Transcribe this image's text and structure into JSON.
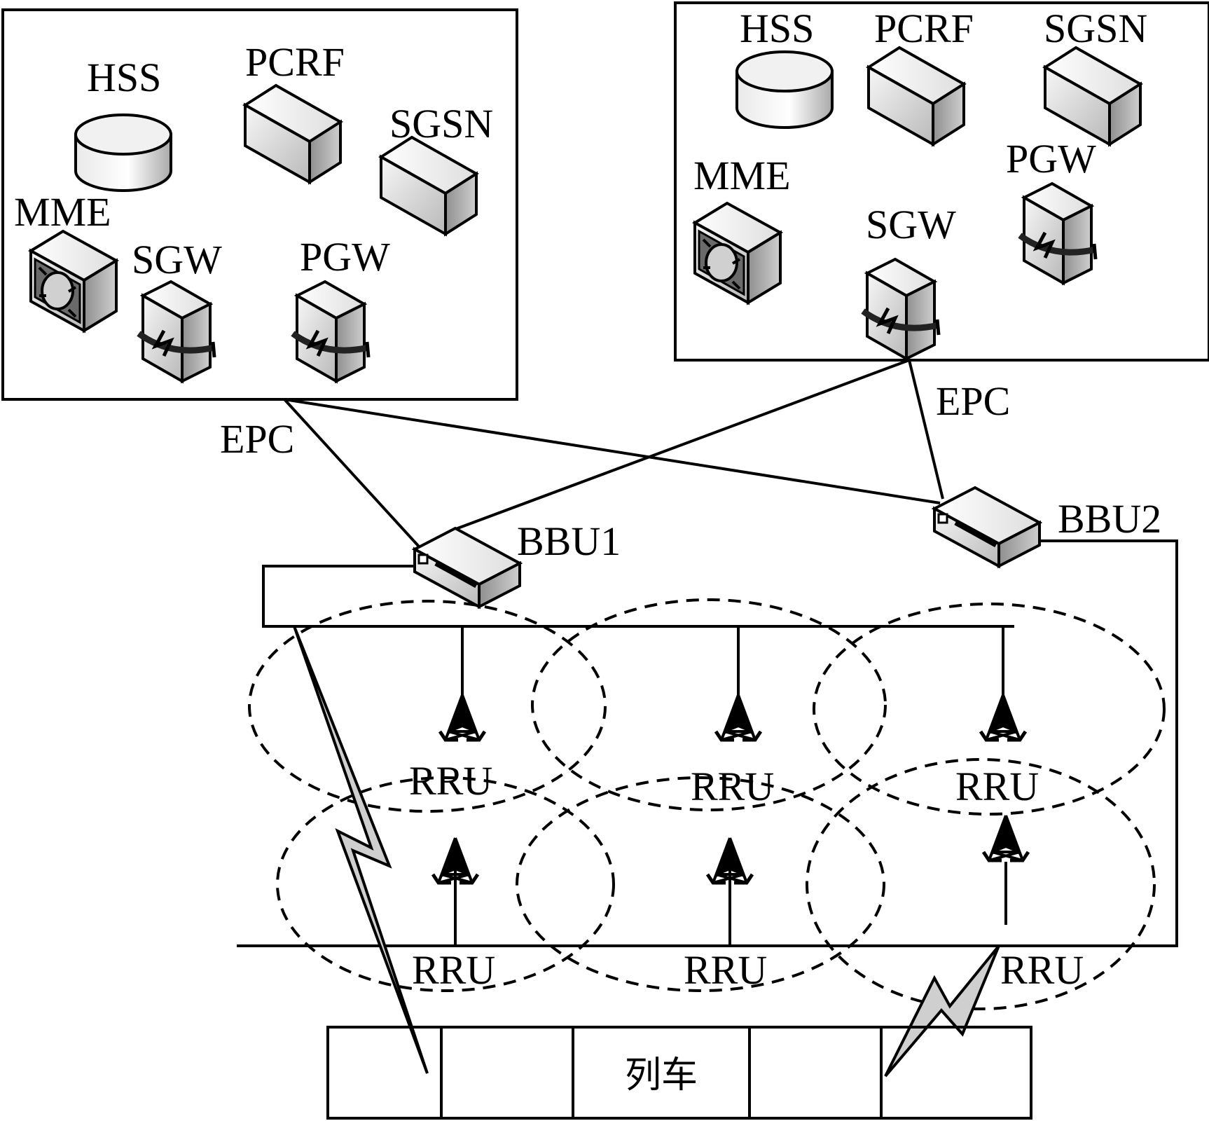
{
  "core_networks": [
    {
      "id": "epc-left",
      "link_label": "EPC",
      "nodes": {
        "hss": "HSS",
        "pcrf": "PCRF",
        "sgsn": "SGSN",
        "mme": "MME",
        "sgw": "SGW",
        "pgw": "PGW"
      }
    },
    {
      "id": "epc-right",
      "link_label": "EPC",
      "nodes": {
        "hss": "HSS",
        "pcrf": "PCRF",
        "sgsn": "SGSN",
        "mme": "MME",
        "sgw": "SGW",
        "pgw": "PGW"
      }
    }
  ],
  "bbus": [
    {
      "label": "BBU1"
    },
    {
      "label": "BBU2"
    }
  ],
  "rrus": {
    "upper": [
      {
        "label": "RRU"
      },
      {
        "label": "RRU"
      },
      {
        "label": "RRU"
      }
    ],
    "lower": [
      {
        "label": "RRU"
      },
      {
        "label": "RRU"
      },
      {
        "label": "RRU"
      }
    ]
  },
  "train": {
    "label": "列车",
    "cars": 5
  }
}
